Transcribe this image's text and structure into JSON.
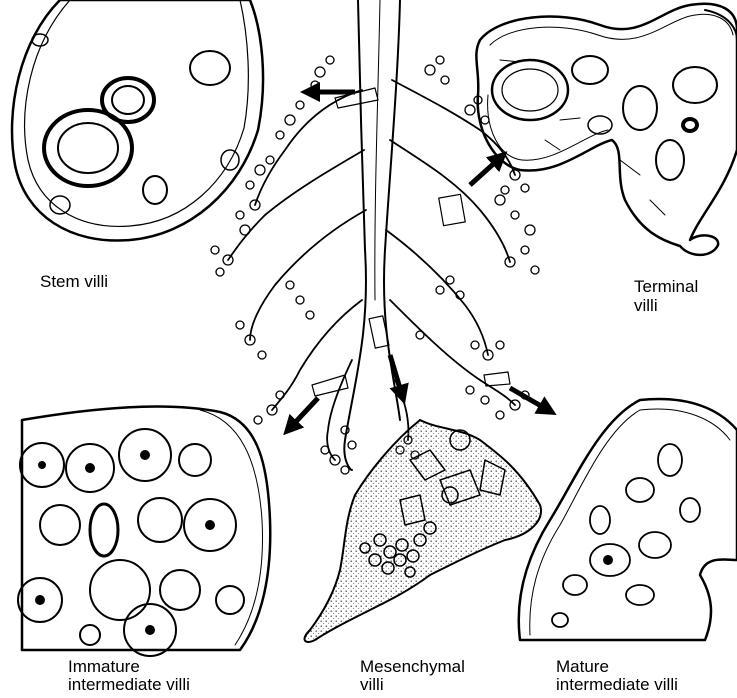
{
  "labels": {
    "stem_villi": "Stem villi",
    "terminal_villi_line1": "Terminal",
    "terminal_villi_line2": "villi",
    "immature_line1": "Immature",
    "immature_line2": "intermediate villi",
    "mesenchymal_line1": "Mesenchymal",
    "mesenchymal_line2": "villi",
    "mature_line1": "Mature",
    "mature_line2": "intermediate villi"
  },
  "colors": {
    "ink": "#000000",
    "paper": "#ffffff",
    "stipple": "#b5b5b5"
  }
}
